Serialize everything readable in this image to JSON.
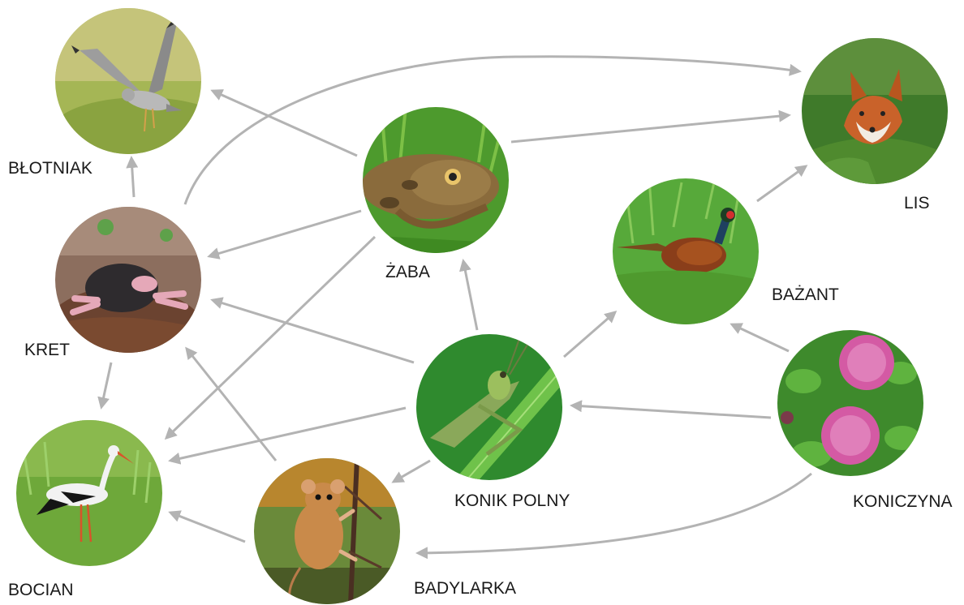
{
  "organisms": {
    "blotniak": {
      "label": "BŁOTNIAK",
      "icon": "harrier-bird-icon"
    },
    "lis": {
      "label": "LIS",
      "icon": "fox-icon"
    },
    "zaba": {
      "label": "ŻABA",
      "icon": "frog-icon"
    },
    "kret": {
      "label": "KRET",
      "icon": "mole-icon"
    },
    "bazant": {
      "label": "BAŻANT",
      "icon": "pheasant-icon"
    },
    "konik": {
      "label": "KONIK POLNY",
      "icon": "grasshopper-icon"
    },
    "koniczyna": {
      "label": "KONICZYNA",
      "icon": "clover-flower-icon"
    },
    "bocian": {
      "label": "BOCIAN",
      "icon": "stork-icon"
    },
    "badylarka": {
      "label": "BADYLARKA",
      "icon": "harvest-mouse-icon"
    }
  },
  "edges": [
    {
      "from": "zaba",
      "to": "blotniak"
    },
    {
      "from": "zaba",
      "to": "lis"
    },
    {
      "from": "zaba",
      "to": "kret"
    },
    {
      "from": "zaba",
      "to": "bocian"
    },
    {
      "from": "kret",
      "to": "blotniak"
    },
    {
      "from": "kret",
      "to": "lis"
    },
    {
      "from": "kret",
      "to": "bocian"
    },
    {
      "from": "bazant",
      "to": "lis"
    },
    {
      "from": "konik",
      "to": "zaba"
    },
    {
      "from": "konik",
      "to": "kret"
    },
    {
      "from": "konik",
      "to": "bazant"
    },
    {
      "from": "konik",
      "to": "bocian"
    },
    {
      "from": "konik",
      "to": "badylarka"
    },
    {
      "from": "koniczyna",
      "to": "konik"
    },
    {
      "from": "koniczyna",
      "to": "bazant"
    },
    {
      "from": "koniczyna",
      "to": "badylarka"
    },
    {
      "from": "badylarka",
      "to": "bocian"
    },
    {
      "from": "badylarka",
      "to": "kret"
    }
  ],
  "colors": {
    "arrow": "#b3b3b3",
    "label": "#1a1a1a"
  }
}
